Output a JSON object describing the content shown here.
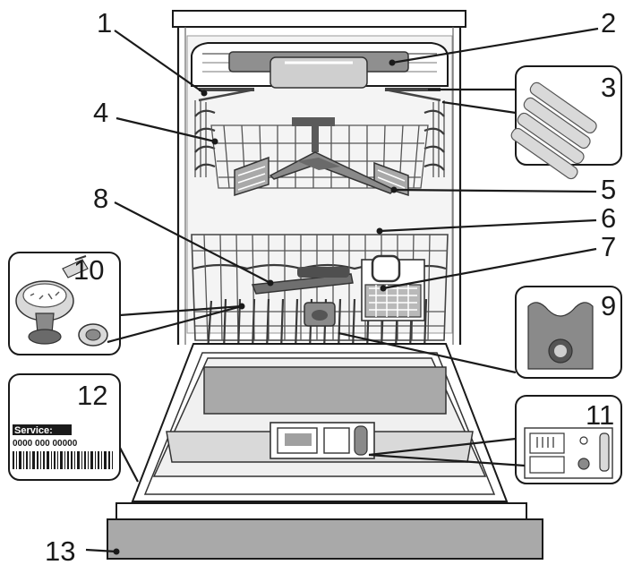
{
  "callouts": [
    {
      "id": "1",
      "label": "1"
    },
    {
      "id": "2",
      "label": "2"
    },
    {
      "id": "3",
      "label": "3"
    },
    {
      "id": "4",
      "label": "4"
    },
    {
      "id": "5",
      "label": "5"
    },
    {
      "id": "6",
      "label": "6"
    },
    {
      "id": "7",
      "label": "7"
    },
    {
      "id": "8",
      "label": "8"
    },
    {
      "id": "9",
      "label": "9"
    },
    {
      "id": "10",
      "label": "10"
    },
    {
      "id": "11",
      "label": "11"
    },
    {
      "id": "12",
      "label": "12"
    },
    {
      "id": "13",
      "label": "13"
    }
  ],
  "service_label": {
    "title": "Service:",
    "number": "0000 000 00000"
  },
  "colors": {
    "line": "#1a1a1a",
    "panel_gray": "#a9a9a9",
    "part_gray": "#8a8a8a",
    "light_gray": "#d9d9d9"
  }
}
